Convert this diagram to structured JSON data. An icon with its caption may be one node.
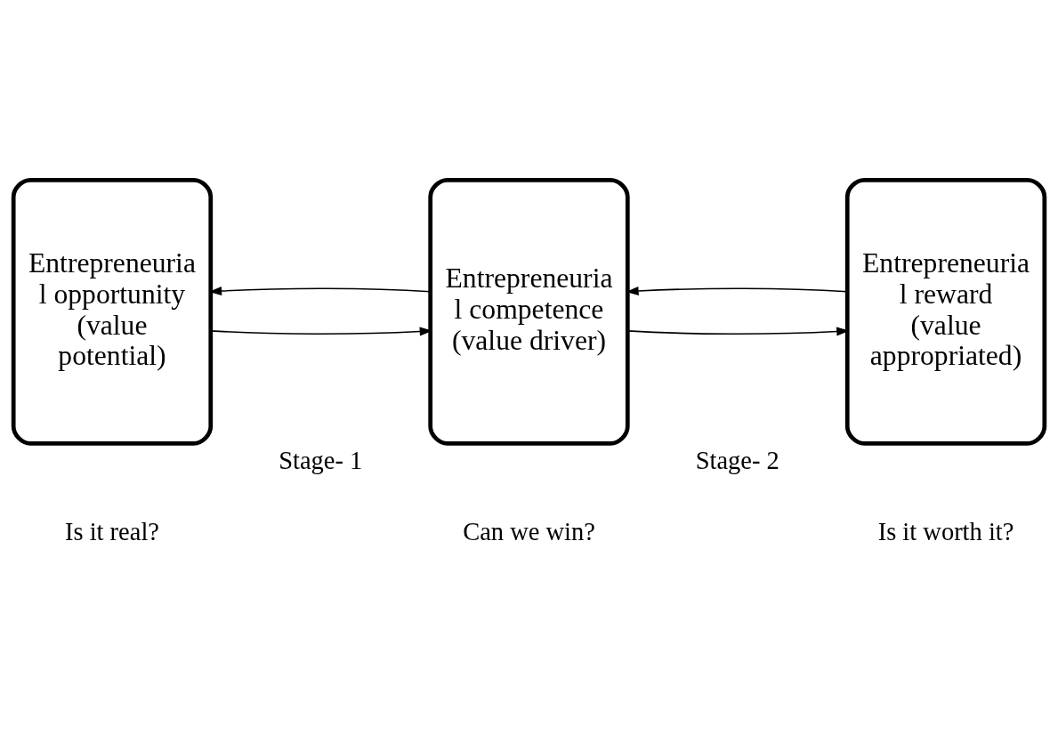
{
  "diagram": {
    "nodes": [
      {
        "text": [
          "Entrepreneuria l opportunity (value potential)"
        ],
        "beside": [
          "Is it real?"
        ]
      },
      {
        "text": [
          "Entrepreneuria l competence (value driver)"
        ],
        "beside": [
          "Can we win?"
        ]
      },
      {
        "text": [
          "Entrepreneuria l reward (value appropriated)"
        ],
        "beside": [
          "Is it worth it?"
        ]
      }
    ],
    "edges": [
      {
        "from": 0,
        "to": 1,
        "arrow": "to"
      },
      {
        "from": 1,
        "to": 0,
        "arrow": "to"
      },
      {
        "from": 1,
        "to": 2,
        "arrow": "to"
      },
      {
        "from": 2,
        "to": 1,
        "arrow": "to"
      }
    ],
    "labels": [
      "Stage- 1",
      "Stage- 2"
    ]
  }
}
